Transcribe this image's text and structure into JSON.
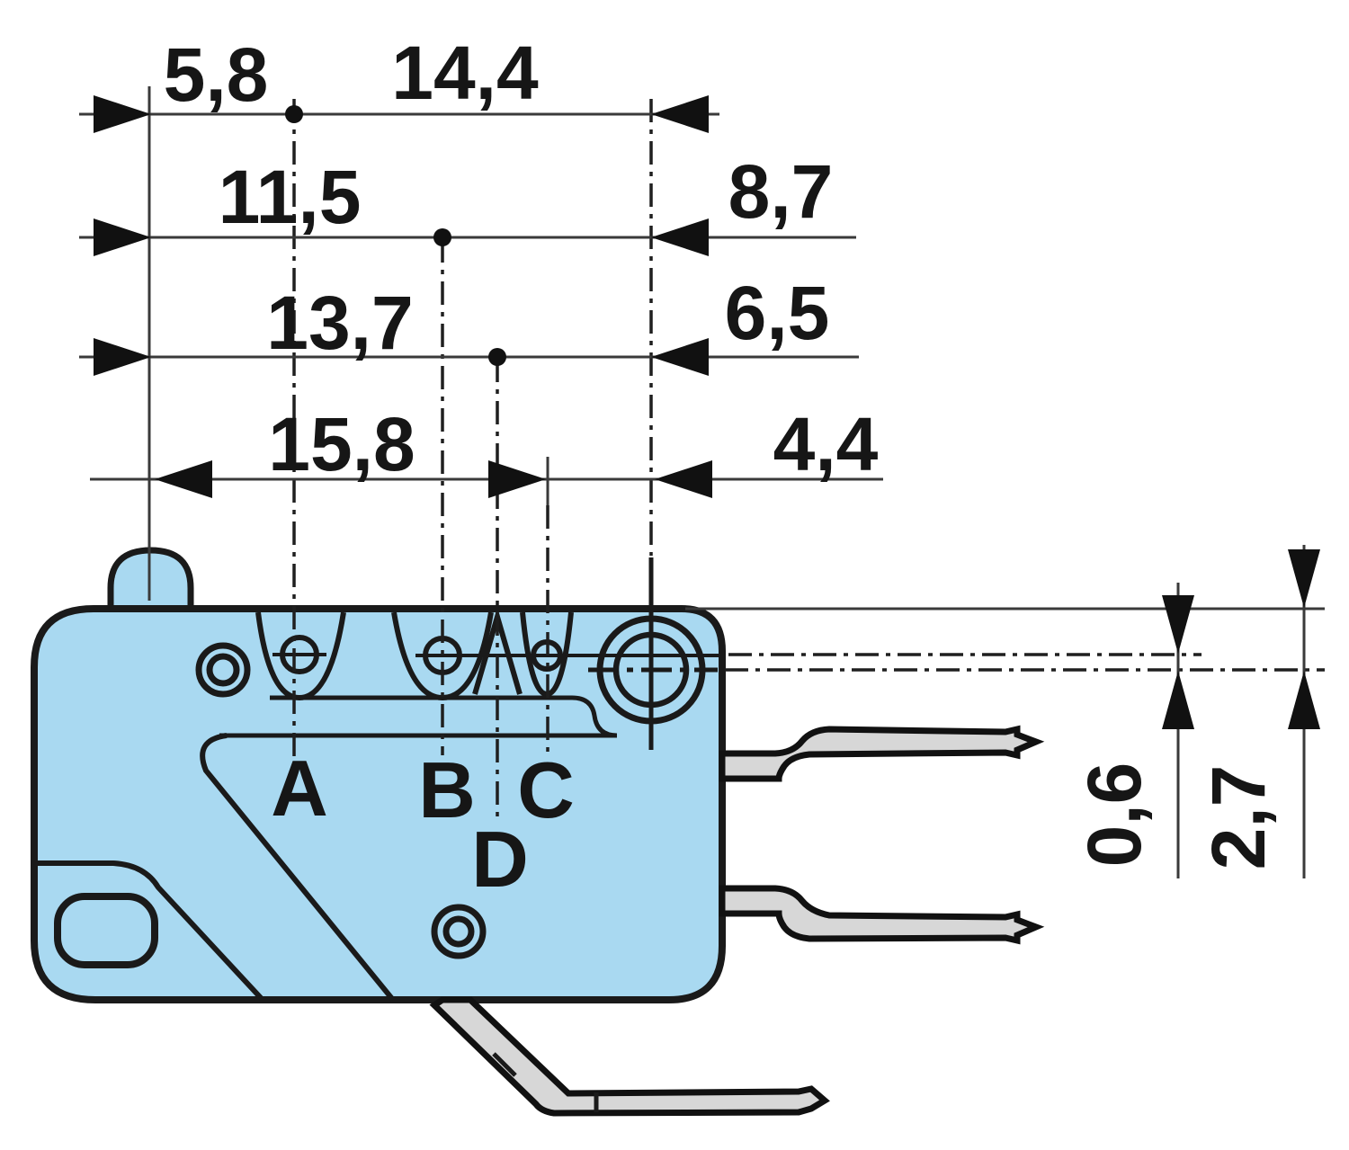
{
  "drawing": {
    "type": "microswitch-dimension-drawing",
    "units_style": "comma-decimal"
  },
  "colors": {
    "body_fill": "#a9d9f1",
    "terminal_fill": "#d7d7d7",
    "line_color": "#1a1a1a"
  },
  "dimensions": {
    "d_5_8": "5,8",
    "d_14_4": "14,4",
    "d_11_5": "11,5",
    "d_8_7": "8,7",
    "d_13_7": "13,7",
    "d_6_5": "6,5",
    "d_15_8": "15,8",
    "d_4_4": "4,4",
    "d_0_6": "0,6",
    "d_2_7": "2,7"
  },
  "points": {
    "a": "A",
    "b": "B",
    "c": "C",
    "d": "D"
  }
}
